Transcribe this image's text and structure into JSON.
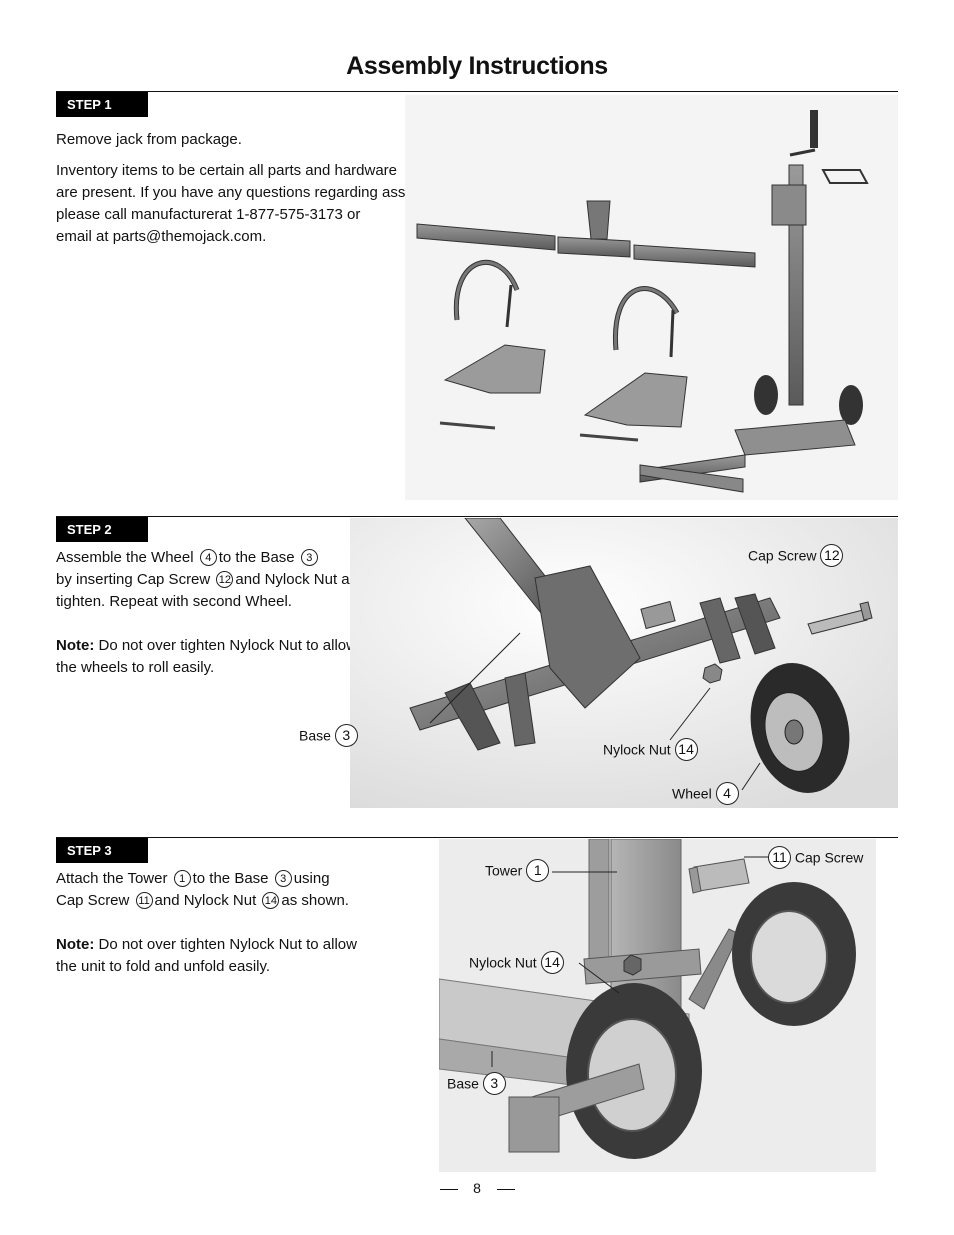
{
  "title": "Assembly Instructions",
  "page_number": "8",
  "step1": {
    "badge": "STEP 1",
    "para1": "Remove jack from package.",
    "para2_line1": "Inventory items to be certain all parts and hardware",
    "para2_line2": "are present. If you have any questions regarding assembly,",
    "para2_line3": "please call manufacturerat 1-877-575-3173 or",
    "para2_line4": "email at parts@themojack.com."
  },
  "step2": {
    "badge": "STEP 2",
    "t1": "Assemble the Wheel",
    "n_wheel": "4",
    "t2": "to the Base",
    "n_base": "3",
    "t3": "by inserting Cap Screw",
    "n_screw": "12",
    "t4": "and Nylock Nut and",
    "n_nut": "14",
    "t5": "tighten. Repeat with second Wheel.",
    "note_label": "Note:",
    "note_line1": " Do not over tighten Nylock Nut to allow",
    "note_line2": "the wheels to roll easily.",
    "callouts": {
      "cap_screw": {
        "label": "Cap Screw",
        "num": "12"
      },
      "base": {
        "label": "Base",
        "num": "3"
      },
      "nylock_nut": {
        "label": "Nylock Nut",
        "num": "14"
      },
      "wheel": {
        "label": "Wheel",
        "num": "4"
      }
    }
  },
  "step3": {
    "badge": "STEP 3",
    "t1": "Attach the Tower",
    "n_tower": "1",
    "t2": "to the Base",
    "n_base": "3",
    "t3": "using",
    "t4": "Cap Screw",
    "n_screw": "11",
    "t5": "and Nylock Nut",
    "n_nut": "14",
    "t6": "as shown.",
    "note_label": "Note:",
    "note_line1": " Do not over tighten Nylock Nut to allow",
    "note_line2": "the unit to fold and unfold easily.",
    "callouts": {
      "tower": {
        "label": "Tower",
        "num": "1"
      },
      "cap_screw": {
        "label": "Cap Screw",
        "num": "11"
      },
      "nylock_nut": {
        "label": "Nylock Nut",
        "num": "14"
      },
      "base": {
        "label": "Base",
        "num": "3"
      }
    }
  }
}
